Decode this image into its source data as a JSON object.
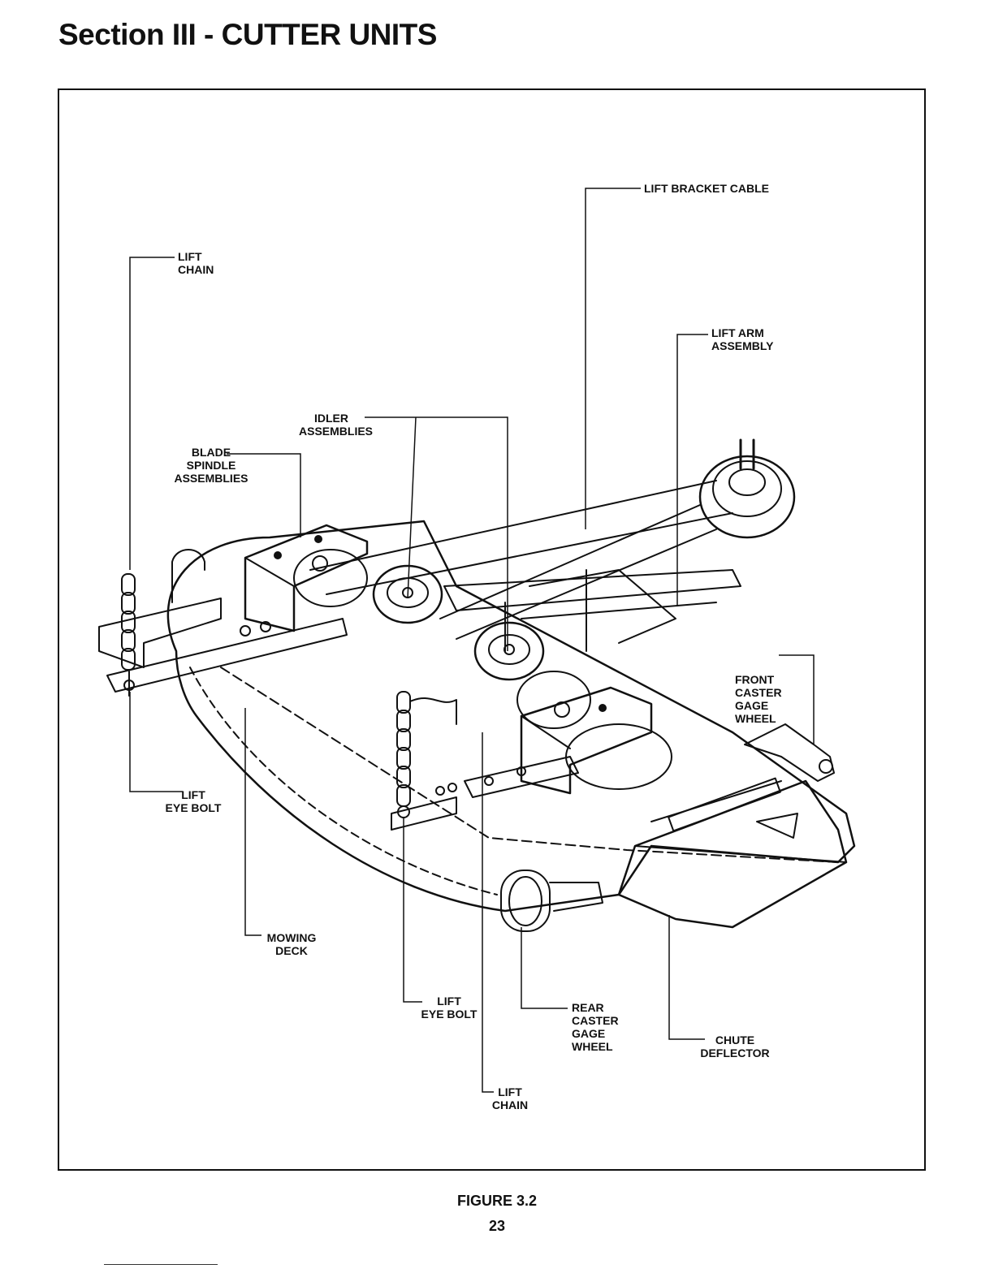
{
  "page": {
    "section_title": "Section III - CUTTER UNITS",
    "figure_caption": "FIGURE 3.2",
    "page_number": "23"
  },
  "callouts": {
    "lift_bracket_cable": "LIFT BRACKET CABLE",
    "lift_chain_left": "LIFT\nCHAIN",
    "lift_arm_assembly": "LIFT ARM\nASSEMBLY",
    "idler_assemblies": "IDLER\nASSEMBLIES",
    "blade_spindle_assemblies": "BLADE\nSPINDLE\nASSEMBLIES",
    "front_caster_gage_wheel": "FRONT\nCASTER\nGAGE\nWHEEL",
    "lift_eye_bolt_left": "LIFT\nEYE BOLT",
    "mowing_deck": "MOWING\nDECK",
    "lift_eye_bolt_center": "LIFT\nEYE BOLT",
    "rear_caster_gage_wheel": "REAR\nCASTER\nGAGE\nWHEEL",
    "chute_deflector": "CHUTE\nDEFLECTOR",
    "lift_chain_center": "LIFT\nCHAIN"
  }
}
